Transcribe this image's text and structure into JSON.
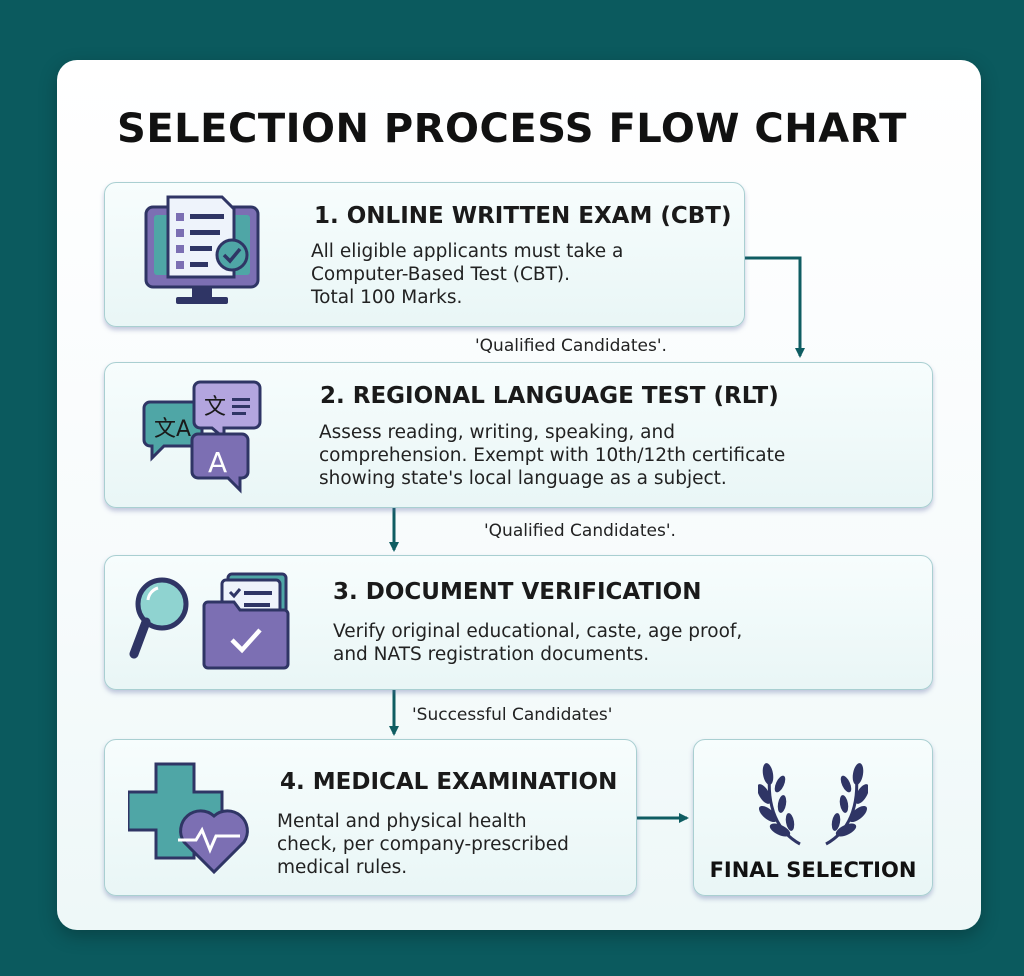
{
  "title": "SELECTION PROCESS FLOW CHART",
  "steps": [
    {
      "title": "1. ONLINE WRITTEN EXAM (CBT)",
      "description": "All eligible applicants must take a\nComputer-Based Test (CBT).\nTotal 100 Marks.",
      "icon": "computer-exam-icon"
    },
    {
      "title": "2. REGIONAL LANGUAGE TEST (RLT)",
      "description": "Assess reading, writing, speaking, and\ncomprehension. Exempt with 10th/12th certificate\nshowing state's local language as a subject.",
      "icon": "translate-icon"
    },
    {
      "title": "3. DOCUMENT VERIFICATION",
      "description": "Verify original educational, caste, age proof,\nand NATS registration documents.",
      "icon": "document-search-icon"
    },
    {
      "title": "4. MEDICAL EXAMINATION",
      "description": "Mental and physical health\ncheck, per company-prescribed\nmedical rules.",
      "icon": "medical-heart-icon"
    }
  ],
  "flow_labels": [
    "'Qualified Candidates'.",
    "'Qualified Candidates'.",
    "'Successful Candidates'"
  ],
  "final": {
    "label": "FINAL SELECTION",
    "icon": "laurel-wreath-icon"
  },
  "colors": {
    "background": "#0b5a5e",
    "arrow": "#0f5d62",
    "icon_teal": "#4fa6a6",
    "icon_purple": "#7c6fb3",
    "icon_navy": "#2f3565"
  }
}
